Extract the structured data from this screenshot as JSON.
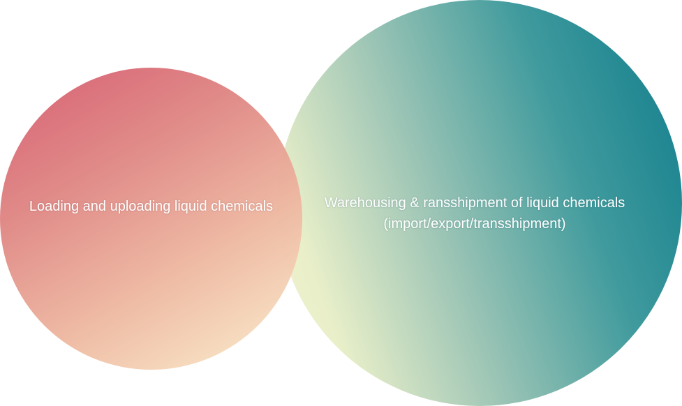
{
  "circles": {
    "right": {
      "line1": "Warehousing & ransshipment of liquid chemicals",
      "line2": "(import/export/transshipment)"
    },
    "left": {
      "label": "Loading and uploading liquid chemicals"
    }
  },
  "colors": {
    "teal": "#0e7b8b",
    "cream": "#f3f3d3",
    "rose": "#d55a6f",
    "peach": "#fbefcd"
  }
}
